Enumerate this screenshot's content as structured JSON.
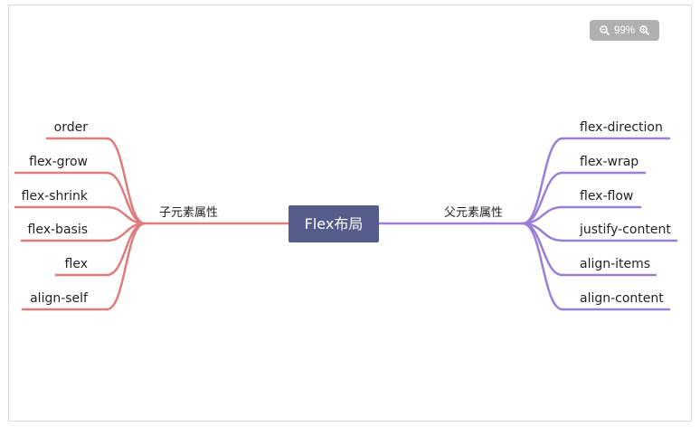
{
  "zoom": {
    "level": "99%",
    "zoom_out_icon": "zoom-out-icon",
    "zoom_in_icon": "zoom-in-icon"
  },
  "colors": {
    "left_branch": "#e07b7b",
    "right_branch": "#9a7fd6",
    "root_fill": "#555c8c",
    "zoom_pill": "#b0b0b0"
  },
  "mindmap": {
    "root": "Flex布局",
    "left": {
      "label": "子元素属性",
      "children": [
        "order",
        "flex-grow",
        "flex-shrink",
        "flex-basis",
        "flex",
        "align-self"
      ]
    },
    "right": {
      "label": "父元素属性",
      "children": [
        "flex-direction",
        "flex-wrap",
        "flex-flow",
        "justify-content",
        "align-items",
        "align-content"
      ]
    }
  }
}
